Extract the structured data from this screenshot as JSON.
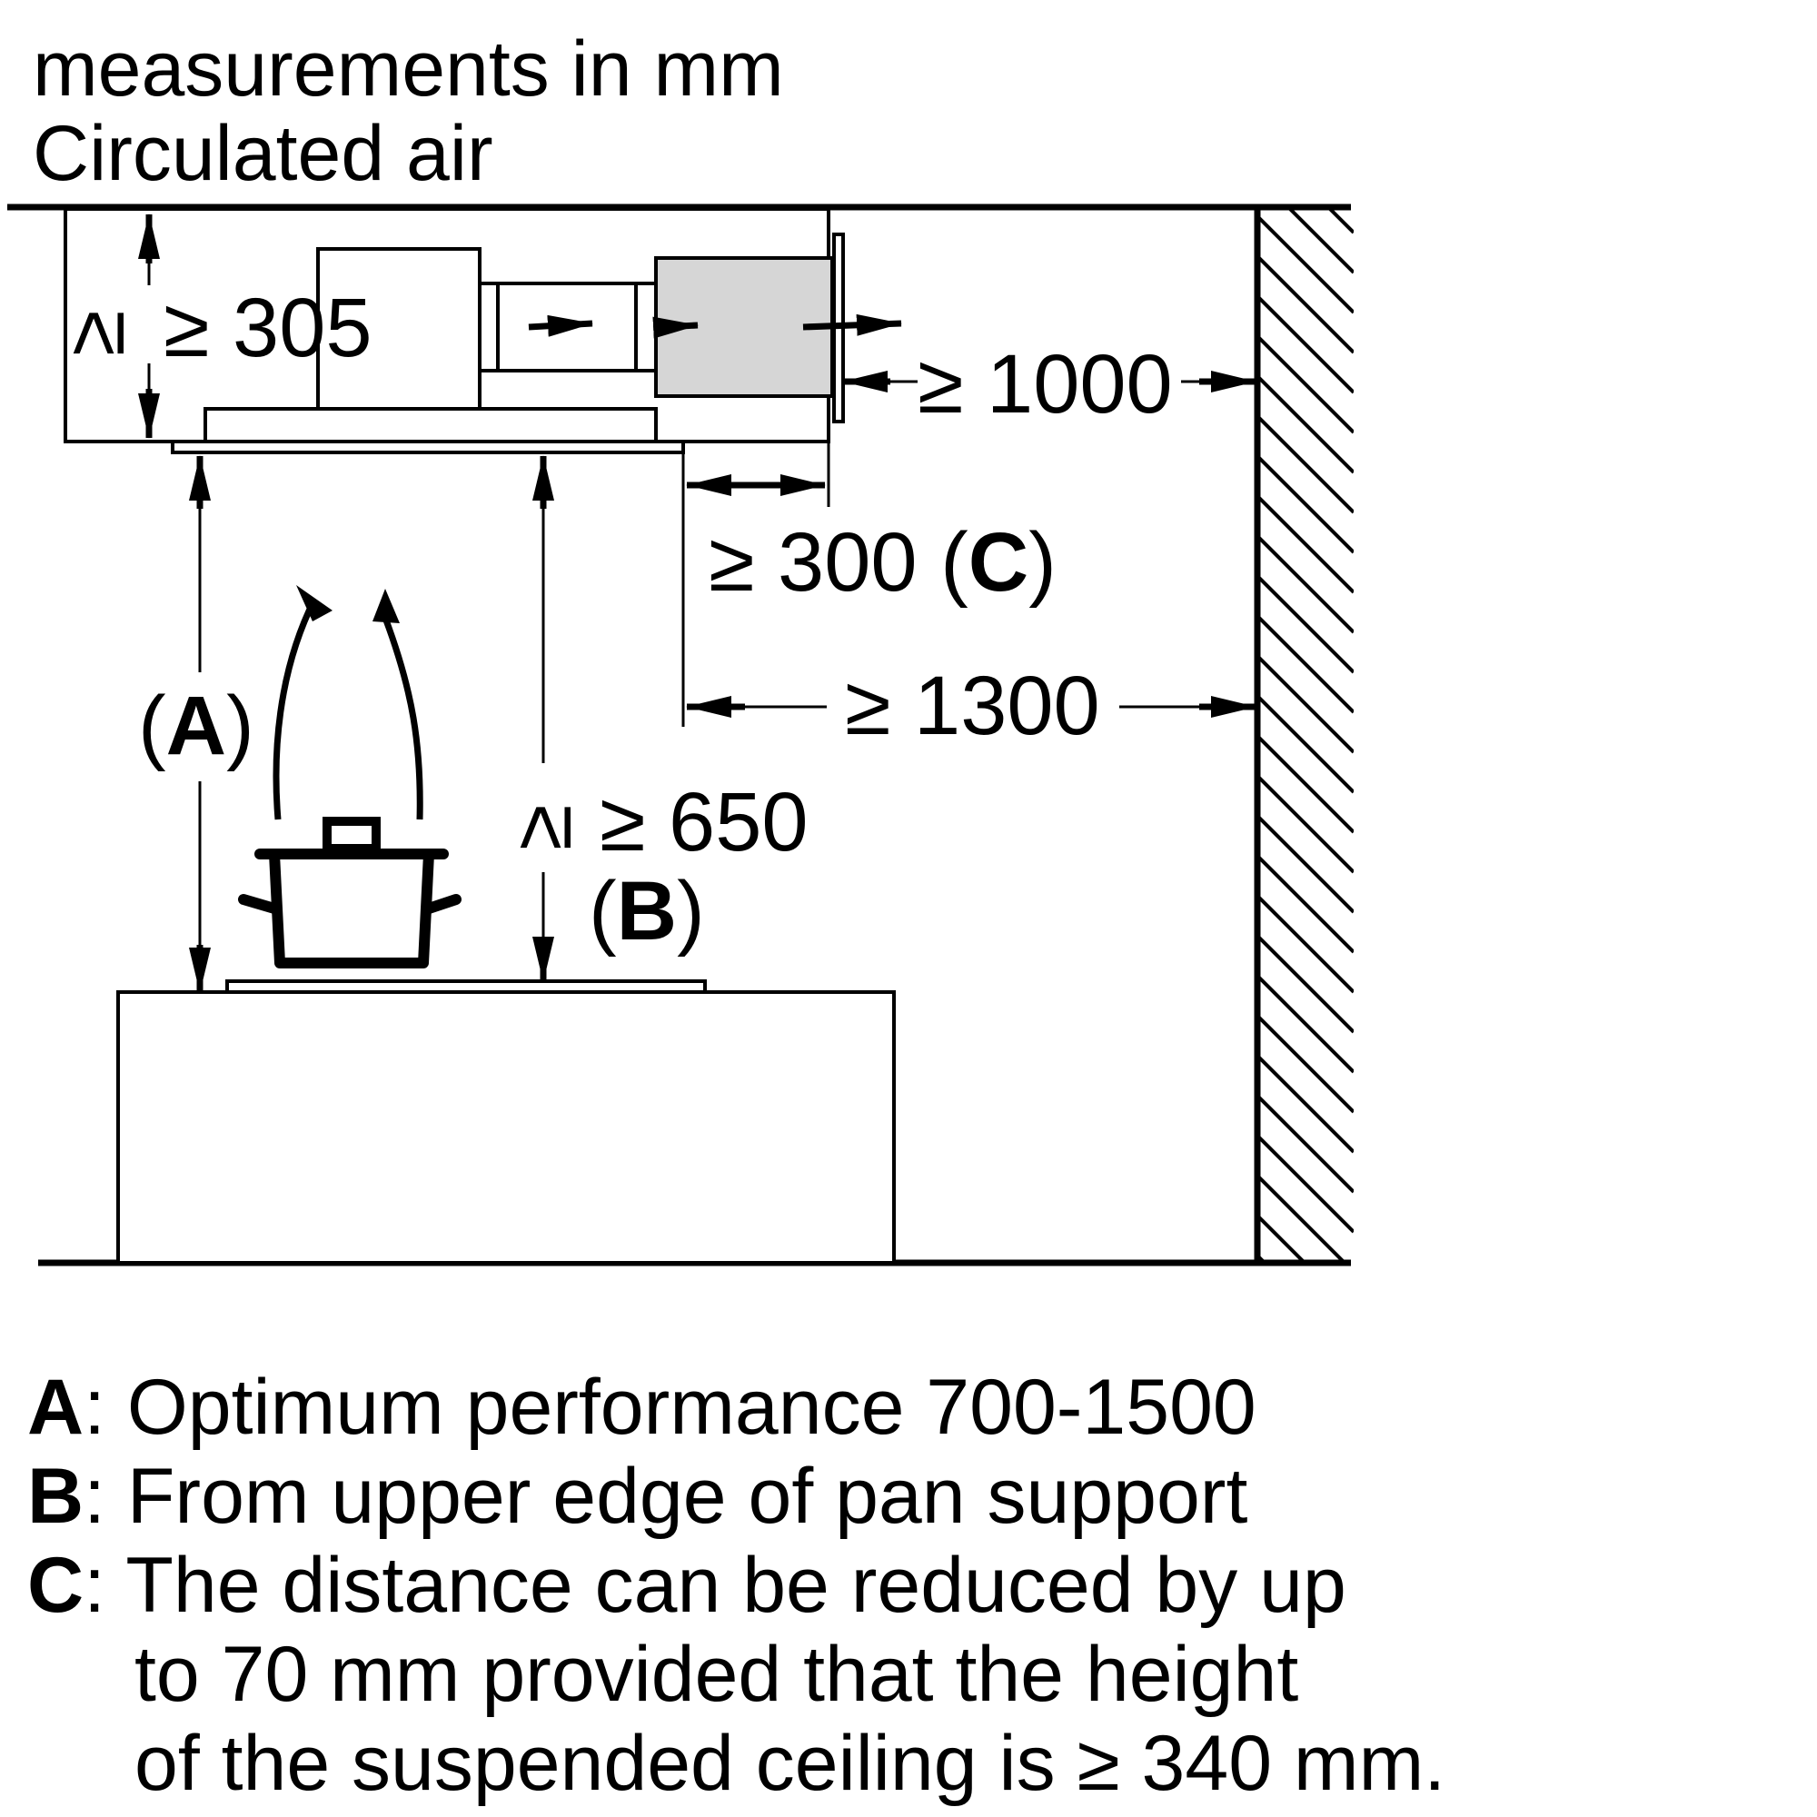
{
  "header": {
    "line1": "measurements in mm",
    "line2": "Circulated air"
  },
  "dimensions": {
    "ceiling_height": "≥ 305",
    "wall_distance_top": "≥ 1000",
    "hood_offset": "≥ 300 (",
    "hood_offset_letter": "C",
    "hood_offset_close": ")",
    "wall_distance_bottom": "≥ 1300",
    "cooktop_height": "≥ 650",
    "label_a_open": "(",
    "label_a": "A",
    "label_a_close": ")",
    "label_b_open": "(",
    "label_b": "B",
    "label_b_close": ")"
  },
  "notes": [
    {
      "key": "A",
      "text": ": Optimum performance 700-1500"
    },
    {
      "key": "B",
      "text": ": From upper edge of pan support"
    },
    {
      "key": "C",
      "text": ": The distance can be reduced by up"
    },
    {
      "key": "",
      "text": "to 70 mm provided that the height"
    },
    {
      "key": "",
      "text": "of the suspended ceiling is ≥ 340 mm."
    }
  ]
}
